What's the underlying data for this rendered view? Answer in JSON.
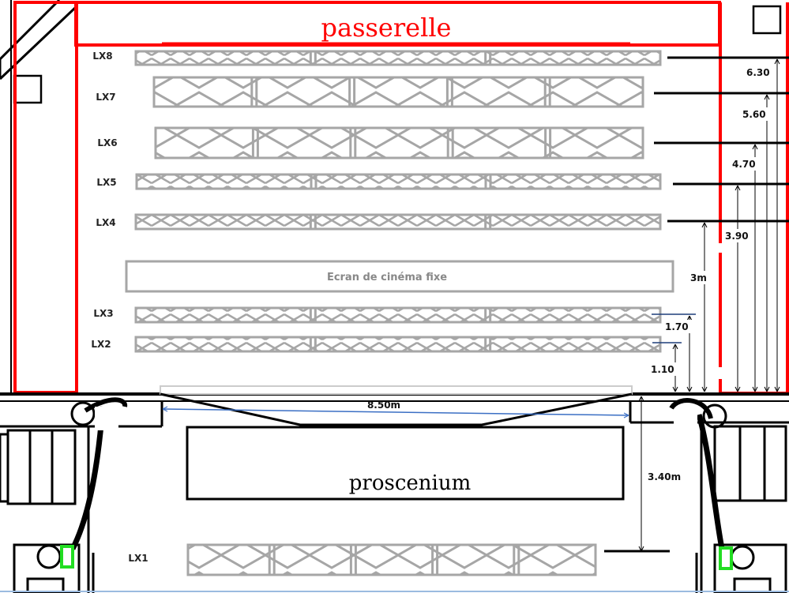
{
  "title": "passerelle",
  "screen_label": "Ecran de cinéma fixe",
  "proscenium_label": "proscenium",
  "width_dimension": "8.50m",
  "depth_dimension": "3.40m",
  "bars": [
    {
      "name": "LX8",
      "height": "6.30"
    },
    {
      "name": "LX7",
      "height": "5.60"
    },
    {
      "name": "LX6",
      "height": "4.70"
    },
    {
      "name": "LX5",
      "height": "3.90"
    },
    {
      "name": "LX4",
      "height": "3m"
    },
    {
      "name": "LX3",
      "height": "1.70"
    },
    {
      "name": "LX2",
      "height": "1.10"
    },
    {
      "name": "LX1"
    }
  ],
  "colors": {
    "truss": "#a6a6a6",
    "outline": "#ff0000",
    "dim_blue": "#3b6fc4",
    "marker": "#22dd22"
  }
}
